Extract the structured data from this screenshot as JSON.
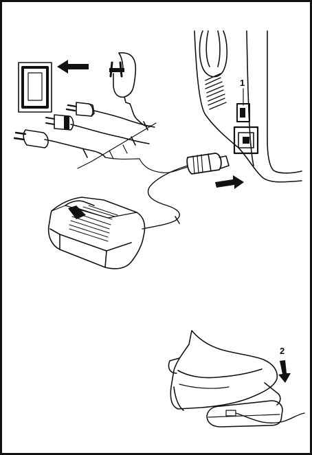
{
  "figure": {
    "callouts": [
      {
        "label": "1",
        "target": "power-switch"
      },
      {
        "label": "2",
        "target": "foot-control-press-direction"
      }
    ],
    "components": {
      "wall_outlet": "outlet-icon",
      "plug_types": [
        "uk-adapter-plug",
        "euro-plug",
        "us-plug",
        "euro-plug-2"
      ],
      "machine": "sewing-machine-side-view",
      "connector": "foot-control-connector",
      "foot_control": "foot-pedal",
      "foot": "shoe-on-pedal"
    },
    "arrows": [
      "plug-into-outlet",
      "connect-to-machine",
      "press-down"
    ]
  }
}
